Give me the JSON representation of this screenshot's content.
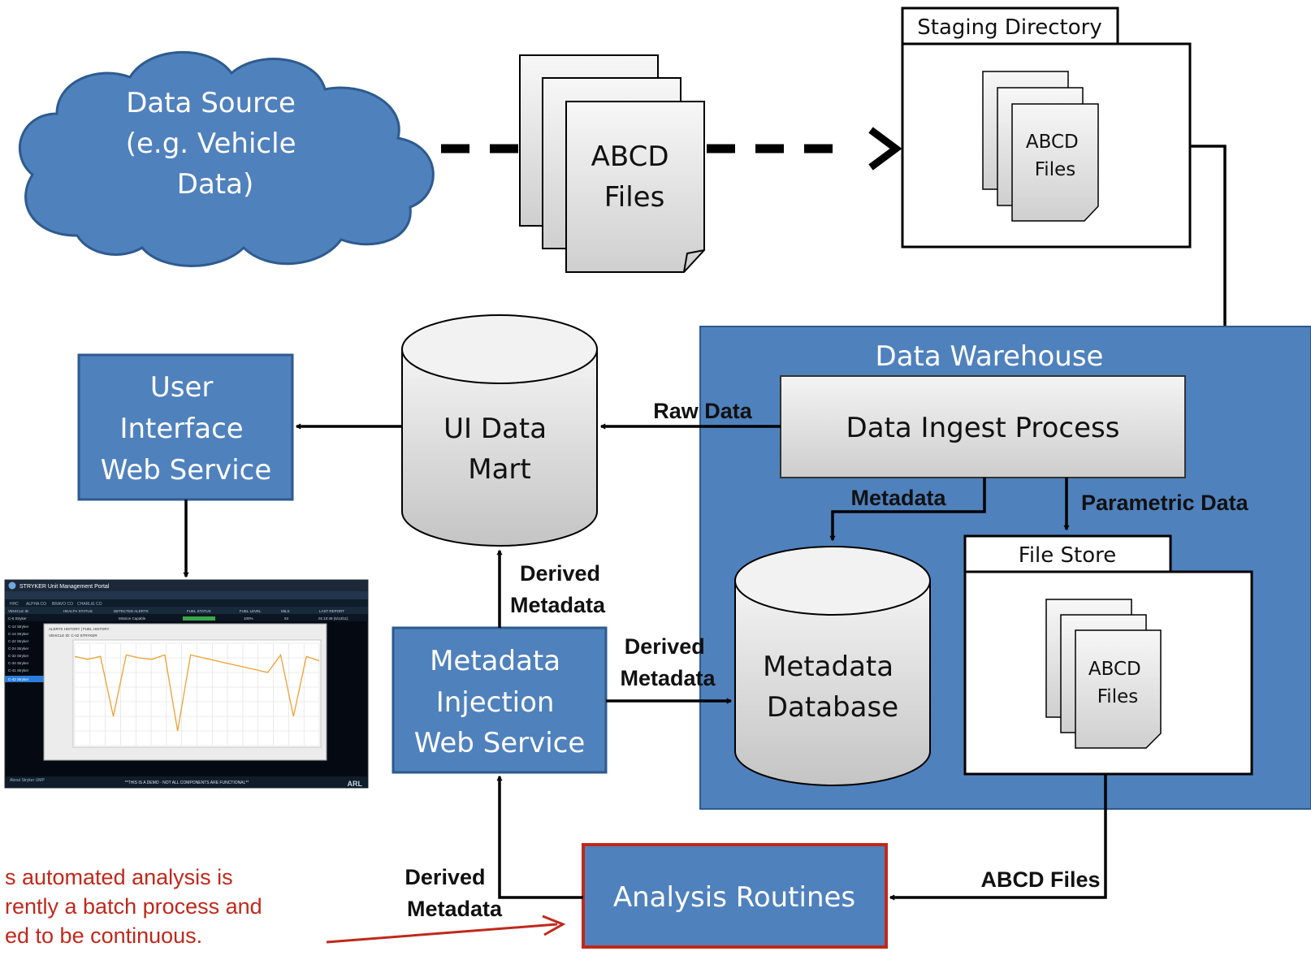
{
  "data_source": {
    "lines": [
      "Data Source",
      "(e.g. Vehicle",
      "Data)"
    ]
  },
  "incoming_files": {
    "lines": [
      "ABCD",
      "Files"
    ]
  },
  "staging_directory": {
    "title": "Staging Directory",
    "files_lines": [
      "ABCD",
      "Files"
    ]
  },
  "data_warehouse": {
    "title": "Data Warehouse",
    "ingest_process": "Data Ingest Process",
    "metadata_label": "Metadata",
    "parametric_label": "Parametric Data",
    "metadata_database_lines": [
      "Metadata",
      "Database"
    ],
    "file_store_title": "File Store",
    "file_store_files_lines": [
      "ABCD",
      "Files"
    ]
  },
  "ui_data_mart": {
    "lines": [
      "UI Data",
      "Mart"
    ]
  },
  "raw_data_label": "Raw Data",
  "user_interface_web_service": {
    "lines": [
      "User",
      "Interface",
      "Web Service"
    ]
  },
  "metadata_injection_web_service": {
    "lines": [
      "Metadata",
      "Injection",
      "Web Service"
    ]
  },
  "derived_metadata_up_label": [
    "Derived",
    "Metadata"
  ],
  "derived_metadata_right_label": [
    "Derived",
    "Metadata"
  ],
  "derived_metadata_left_label": [
    "Derived",
    "Metadata"
  ],
  "analysis_routines": "Analysis Routines",
  "abcd_files_label": "ABCD Files",
  "note": {
    "lines": [
      "s automated analysis is",
      "rently a batch process and",
      "ed to be continuous."
    ],
    "color": "#c0281b"
  },
  "screenshot": {
    "app_title": "STRYKER Unit Management Portal",
    "tabs": [
      "HHC",
      "ALPHA CO",
      "BRAVO CO",
      "CHARLIE CO"
    ],
    "columns": [
      "VEHICLE ID",
      "HEALTH STATUS",
      "DETECTED ALERTS",
      "FUEL STATUS",
      "FUEL LEVEL",
      "MILS",
      "LAST REPORT"
    ],
    "first_row": [
      "C-6 Stryker",
      "",
      "Mission Capable",
      "",
      "100%",
      "53",
      "01:10:49 (5/13/11)"
    ],
    "vehicle_ids": [
      "C-6 Stryker",
      "C-12 Stryker",
      "C-14 Stryker",
      "C-22 Stryker",
      "C-24 Stryker",
      "C-32 Stryker",
      "C-34 Stryker",
      "C-41 Stryker",
      "C-42 Stryker"
    ],
    "popup_tabs": "ALERTS HISTORY  |  FUEL HISTORY",
    "popup_vehicle": "VEHICLE ID: C-42 STRYKER",
    "footer": "**THIS IS A DEMO - NOT ALL COMPONENTS ARE FUNCTIONAL**",
    "footer_left": "About Stryker UMP",
    "logo": "ARL",
    "fuel_history": [
      61,
      59,
      61,
      20,
      62,
      60,
      59,
      62,
      10,
      62,
      60,
      58,
      56,
      54,
      52,
      50,
      62,
      20,
      61,
      58
    ]
  },
  "colors": {
    "blue_fill": "#4f81bd",
    "blue_stroke": "#2e5b8e",
    "red_border": "#c0281b",
    "grey_light": "#f2f2f2",
    "grey_dark": "#c9c9c9"
  }
}
